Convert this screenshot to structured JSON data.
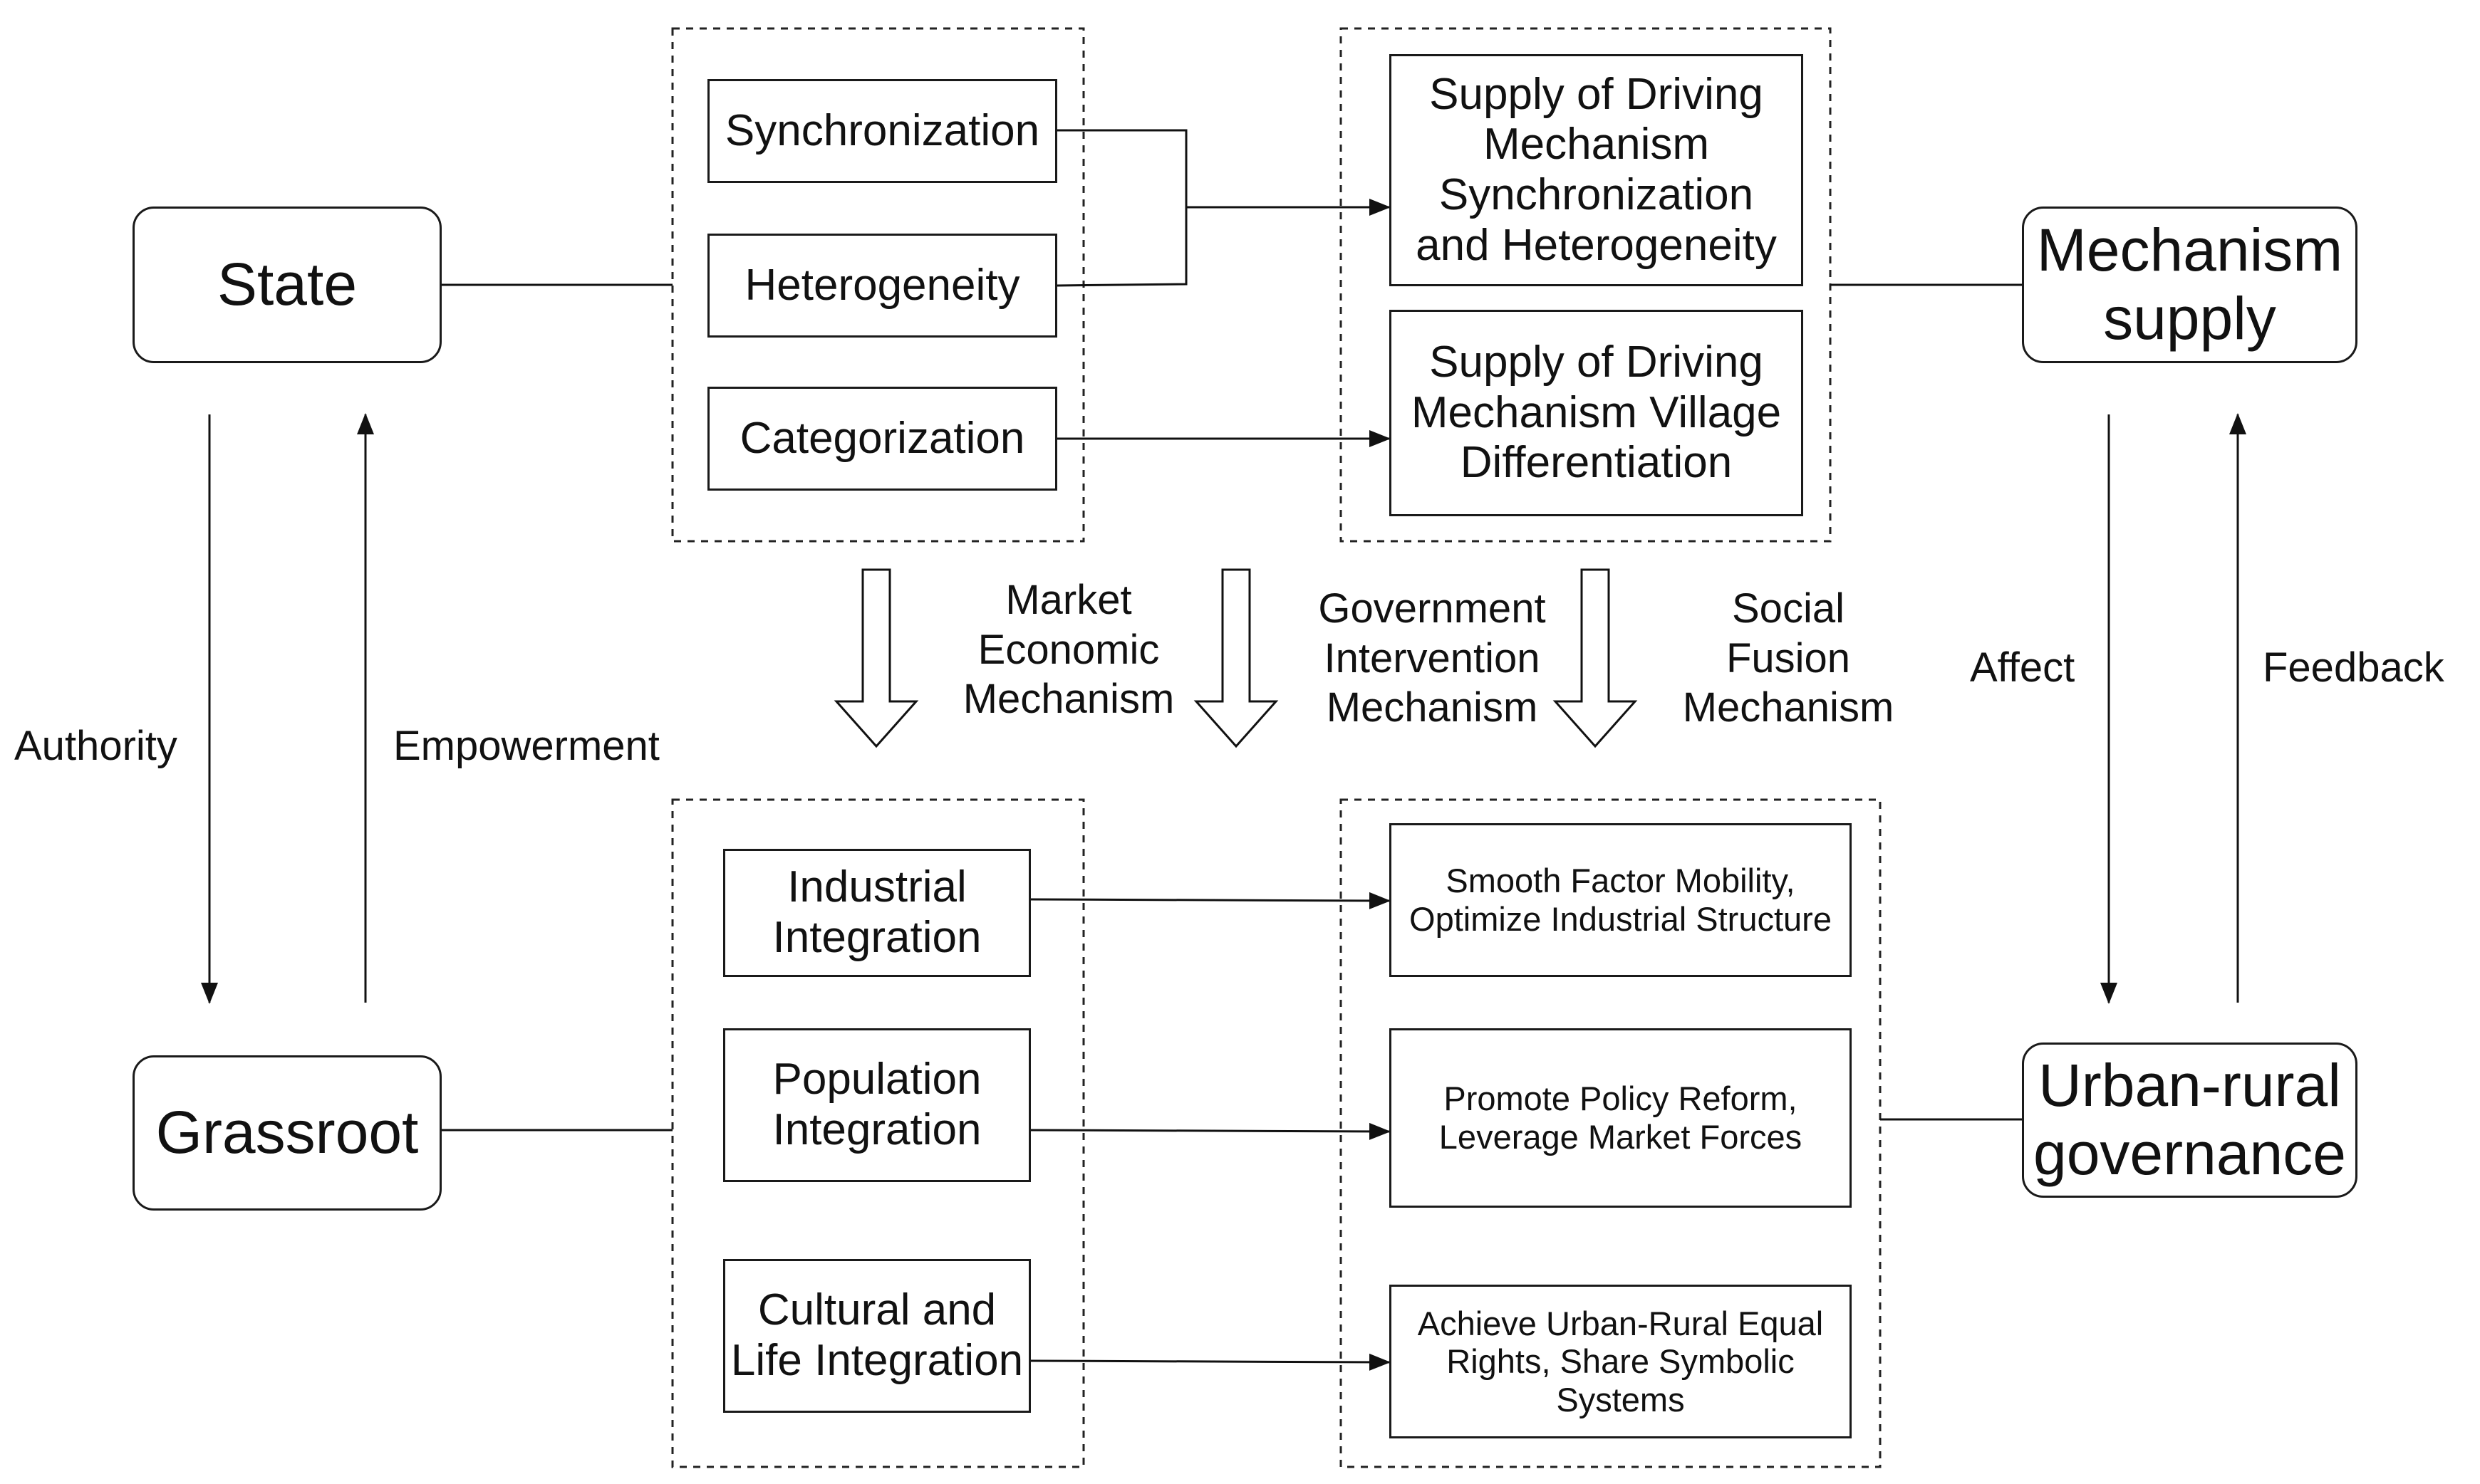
{
  "actors": {
    "state": "State",
    "grassroot": "Grassroot",
    "mechanism_supply": "Mechanism\nsupply",
    "urban_rural": "Urban-rural\ngovernance"
  },
  "top_left": {
    "synchronization": "Synchronization",
    "heterogeneity": "Heterogeneity",
    "categorization": "Categorization"
  },
  "top_right": {
    "sync_hetero": "Supply of Driving\nMechanism\nSynchronization\nand Heterogeneity",
    "village": "Supply of Driving\nMechanism Village\nDifferentiation"
  },
  "mechanisms": {
    "market": "Market\nEconomic\nMechanism",
    "government": "Government\nIntervention\nMechanism",
    "social": "Social\nFusion\nMechanism"
  },
  "side_labels": {
    "authority": "Authority",
    "empowerment": "Empowerment",
    "affect": "Affect",
    "feedback": "Feedback"
  },
  "bottom_left": {
    "industrial": "Industrial\nIntegration",
    "population": "Population\nIntegration",
    "cultural": "Cultural and\nLife Integration"
  },
  "bottom_right": {
    "factor": "Smooth Factor Mobility,\nOptimize Industrial Structure",
    "policy": "Promote Policy Reform,\nLeverage Market Forces",
    "rights": "Achieve Urban-Rural Equal\nRights, Share Symbolic\nSystems"
  }
}
